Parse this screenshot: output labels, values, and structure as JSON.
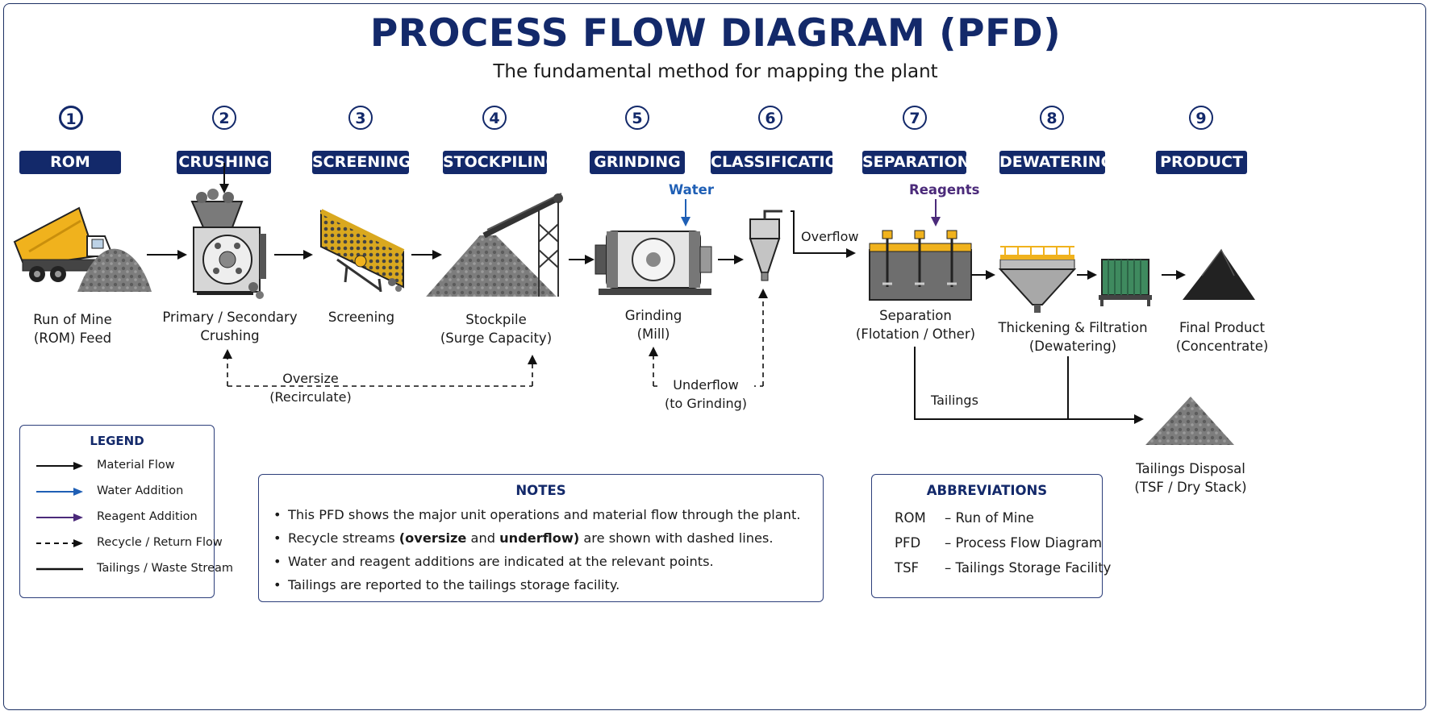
{
  "title": "PROCESS FLOW DIAGRAM (PFD)",
  "subtitle": "The fundamental method for mapping the plant",
  "stages": [
    {
      "num": "1",
      "name": "ROM",
      "label1": "Run of Mine",
      "label2": "(ROM) Feed"
    },
    {
      "num": "2",
      "name": "CRUSHING",
      "label1": "Primary / Secondary",
      "label2": "Crushing"
    },
    {
      "num": "3",
      "name": "SCREENING",
      "label1": "Screening",
      "label2": ""
    },
    {
      "num": "4",
      "name": "STOCKPILING",
      "label1": "Stockpile",
      "label2": "(Surge Capacity)"
    },
    {
      "num": "5",
      "name": "GRINDING",
      "label1": "Grinding",
      "label2": "(Mill)"
    },
    {
      "num": "6",
      "name": "CLASSIFICATION",
      "label1": "",
      "label2": ""
    },
    {
      "num": "7",
      "name": "SEPARATION",
      "label1": "Separation",
      "label2": "(Flotation / Other)"
    },
    {
      "num": "8",
      "name": "DEWATERING",
      "label1": "Thickening & Filtration",
      "label2": "(Dewatering)"
    },
    {
      "num": "9",
      "name": "PRODUCT",
      "label1": "Final Product",
      "label2": "(Concentrate)"
    }
  ],
  "additions": {
    "water": "Water",
    "reagents": "Reagents"
  },
  "flows": {
    "overflow": "Overflow",
    "oversize1": "Oversize",
    "oversize2": "(Recirculate)",
    "underflow1": "Underflow",
    "underflow2": "(to Grinding)",
    "tailings": "Tailings"
  },
  "tailings_disposal": {
    "label1": "Tailings Disposal",
    "label2": "(TSF / Dry Stack)"
  },
  "legend": {
    "title": "LEGEND",
    "items": [
      {
        "label": "Material Flow",
        "style": "material",
        "color": "#111111"
      },
      {
        "label": "Water Addition",
        "style": "water",
        "color": "#1f5fb5"
      },
      {
        "label": "Reagent Addition",
        "style": "reagent",
        "color": "#4b2a7a"
      },
      {
        "label": "Recycle / Return Flow",
        "style": "recycle",
        "color": "#111111"
      },
      {
        "label": "Tailings / Waste Stream",
        "style": "tailings",
        "color": "#111111"
      }
    ]
  },
  "notes": {
    "title": "NOTES",
    "items": [
      {
        "pre": "This PFD shows the major unit operations and material flow through the plant.",
        "b1": "",
        "mid": "",
        "b2": "",
        "post": ""
      },
      {
        "pre": "Recycle streams ",
        "b1": "(oversize",
        "mid": " and ",
        "b2": "underflow)",
        "post": " are shown with dashed lines."
      },
      {
        "pre": "Water and reagent additions are indicated at the relevant points.",
        "b1": "",
        "mid": "",
        "b2": "",
        "post": ""
      },
      {
        "pre": "Tailings are reported to the tailings storage facility.",
        "b1": "",
        "mid": "",
        "b2": "",
        "post": ""
      }
    ]
  },
  "abbreviations": {
    "title": "ABBREVIATIONS",
    "items": [
      {
        "abbr": "ROM",
        "def": "–  Run of Mine"
      },
      {
        "abbr": "PFD",
        "def": "–  Process Flow Diagram"
      },
      {
        "abbr": "TSF",
        "def": "–  Tailings Storage Facility"
      }
    ]
  },
  "colors": {
    "navy": "#13296a",
    "water": "#1f5fb5",
    "reagent": "#4b2a7a",
    "truck": "#f0b21d"
  }
}
